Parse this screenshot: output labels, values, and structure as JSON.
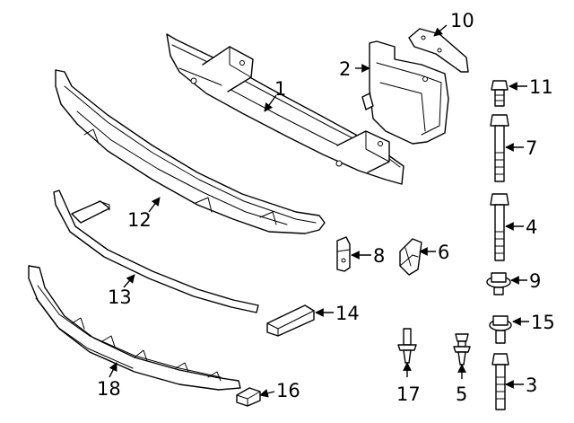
{
  "callouts": {
    "c1": "1",
    "c2": "2",
    "c3": "3",
    "c4": "4",
    "c5": "5",
    "c6": "6",
    "c7": "7",
    "c8": "8",
    "c9": "9",
    "c10": "10",
    "c11": "11",
    "c12": "12",
    "c13": "13",
    "c14": "14",
    "c15": "15",
    "c16": "16",
    "c17": "17",
    "c18": "18"
  },
  "colors": {
    "line": "#000000",
    "background": "#ffffff"
  }
}
